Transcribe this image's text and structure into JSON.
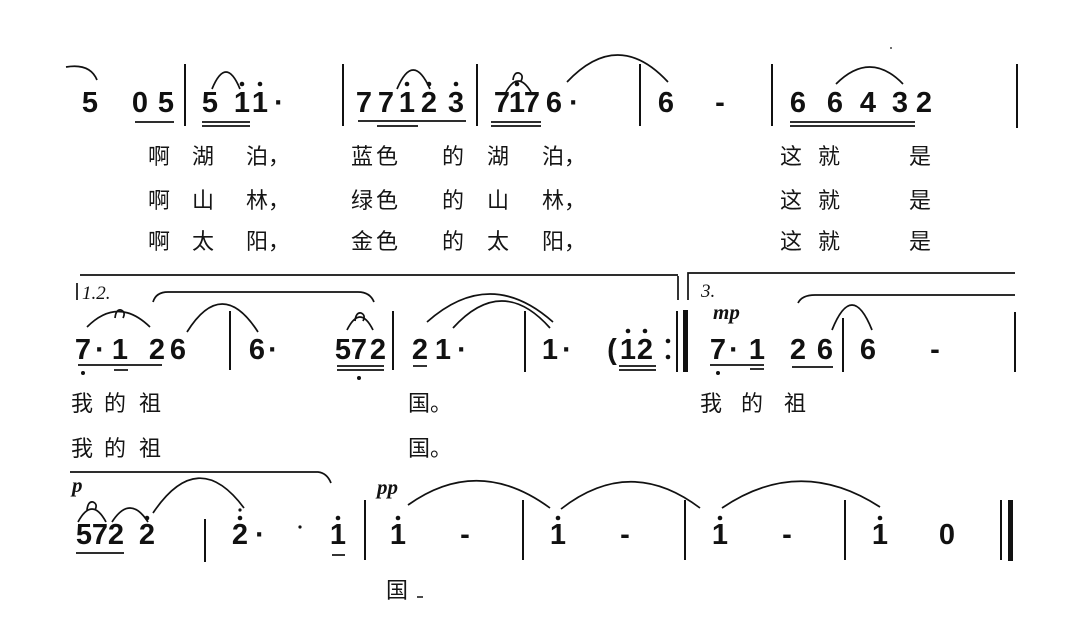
{
  "score": {
    "systems": [
      {
        "notes": [
          "5",
          "0",
          "5",
          "5",
          "1",
          "1",
          "·",
          "7",
          "7",
          "1",
          "2",
          "3",
          "7",
          "1",
          "7",
          "6",
          "·",
          "6",
          "-",
          "6",
          "6",
          "4",
          "3",
          "2"
        ],
        "octave_high_note_indices": [
          4,
          5,
          9,
          10,
          11,
          13
        ],
        "octave_low_note_indices": [],
        "lyrics": [
          [
            "啊",
            "湖",
            "泊，",
            "蓝",
            "色",
            "的",
            "湖",
            "泊，",
            "这",
            "就",
            "是"
          ],
          [
            "啊",
            "山",
            "林，",
            "绿",
            "色",
            "的",
            "山",
            "林，",
            "这",
            "就",
            "是"
          ],
          [
            "啊",
            "太",
            "阳，",
            "金",
            "色",
            "的",
            "太",
            "阳，",
            "这",
            "就",
            "是"
          ]
        ]
      },
      {
        "volta_first_label": "1.2.",
        "volta_second_label": "3.",
        "dynamic": "mp",
        "notes": [
          "7",
          "·",
          "1",
          "2",
          "6",
          "6",
          "·",
          "5",
          "7",
          "2",
          "2",
          "1",
          "·",
          "1",
          "·",
          "(",
          "1",
          "2",
          "7",
          "·",
          "1",
          "2",
          "6",
          "6",
          "-"
        ],
        "octave_high_note_indices": [
          16,
          17
        ],
        "octave_low_note_indices": [
          0,
          8,
          18
        ],
        "lyrics": [
          [
            "我",
            "的",
            "祖",
            "国。",
            "我",
            "的",
            "祖"
          ],
          [
            "我",
            "的",
            "祖",
            "国。"
          ]
        ]
      },
      {
        "dynamics": [
          "p",
          "pp"
        ],
        "notes": [
          "5",
          "7",
          "2",
          "2",
          "2",
          "·",
          "1",
          "1",
          "-",
          "1",
          "-",
          "1",
          "-",
          "1",
          "0"
        ],
        "octave_high_note_indices": [
          3,
          4,
          6,
          7,
          9,
          11,
          13
        ],
        "octave_low_note_indices": [],
        "lyrics": [
          [
            "国"
          ]
        ]
      }
    ]
  }
}
